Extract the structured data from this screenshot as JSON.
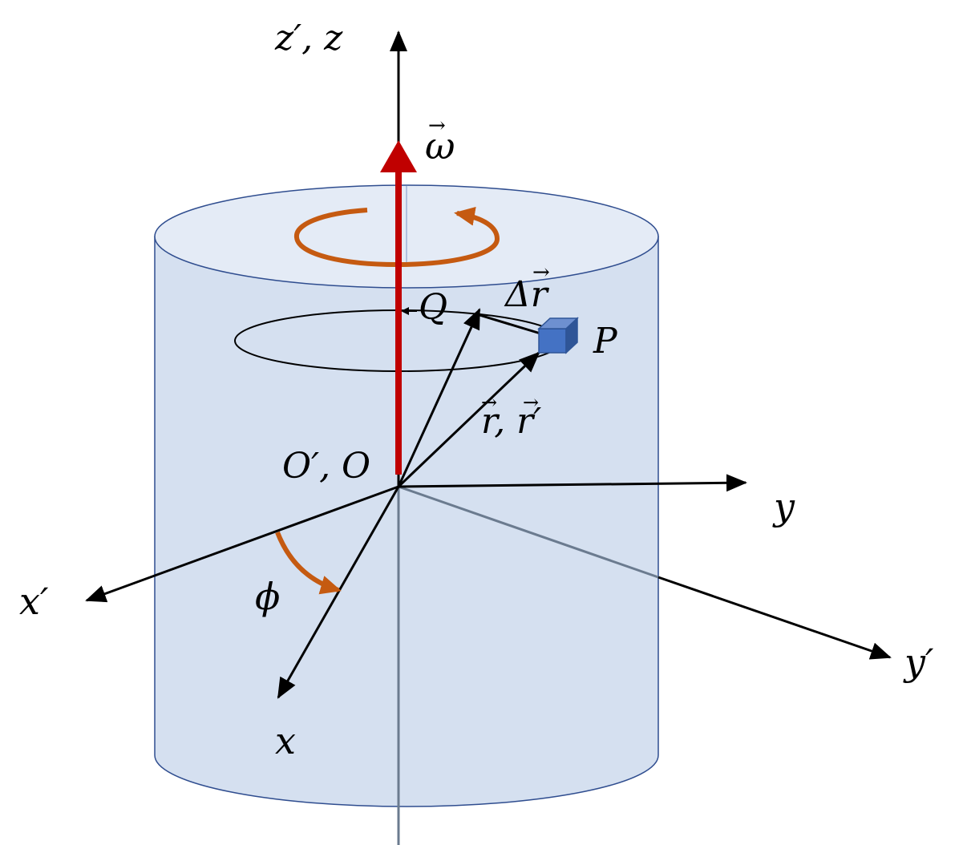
{
  "labels": {
    "z_axis": "z′, z",
    "omega": "ω",
    "omega_arrow": "→",
    "q": "Q",
    "delta_r": "Δr",
    "delta_r_arrow": "→",
    "p": "P",
    "r_vectors": "r, r′",
    "r_vectors_arrow_1": "→",
    "r_vectors_arrow_2": "→",
    "origin": "O′, O",
    "y": "y",
    "x_prime": "x′",
    "phi": "ϕ",
    "x": "x",
    "y_prime": "y′"
  },
  "colors": {
    "cylinder_fill": "#d5e0f0",
    "cylinder_top": "#e4ebf6",
    "cylinder_stroke": "#2f4d8f",
    "omega_vector": "#c00000",
    "rotation_arrow": "#c55a11",
    "block_front": "#4472c4",
    "block_dark": "#2f5597",
    "axis": "#000000",
    "hidden_axis": "#6b7b8f"
  }
}
